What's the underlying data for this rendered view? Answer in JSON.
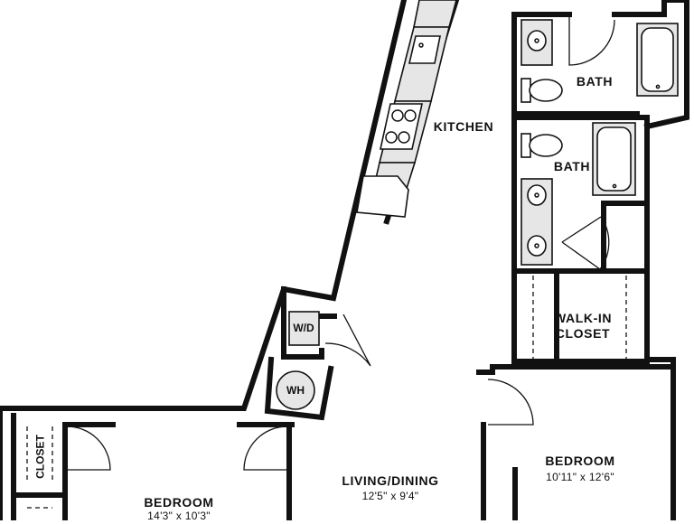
{
  "rooms": {
    "bath1": {
      "name": "BATH"
    },
    "bath2": {
      "name": "BATH"
    },
    "kitchen": {
      "name": "KITCHEN"
    },
    "walkin": {
      "line1": "WALK-IN",
      "line2": "CLOSET"
    },
    "wd": {
      "name": "W/D"
    },
    "wh": {
      "name": "WH"
    },
    "closet": {
      "name": "CLOSET"
    },
    "bedroom_right": {
      "name": "BEDROOM",
      "dims": "10'11\" x 12'6\""
    },
    "living": {
      "name": "LIVING/DINING",
      "dims": "12'5\" x 9'4\""
    },
    "bedroom_left": {
      "name": "BEDROOM",
      "dims": "14'3\" x 10'3\""
    }
  },
  "icons": [
    "sink-icon",
    "toilet-icon",
    "bathtub-icon",
    "cooktop-icon",
    "washer-dryer-icon",
    "water-heater-icon",
    "door-swing-icon"
  ],
  "colors": {
    "wall": "#111111",
    "fixture_fill": "#e6e6e6",
    "background": "#ffffff"
  }
}
